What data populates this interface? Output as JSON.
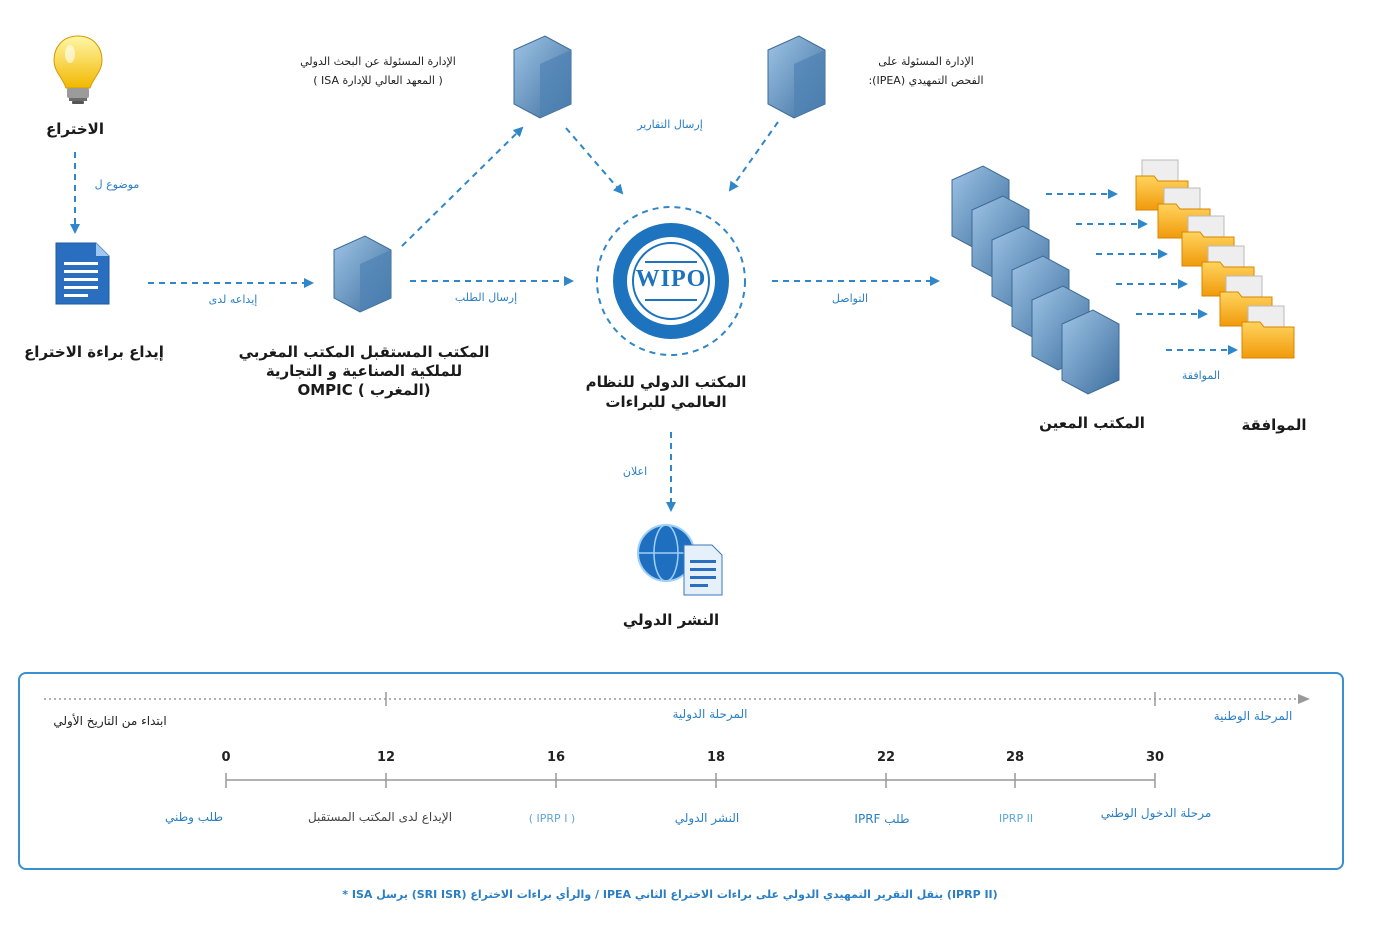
{
  "nodes": {
    "invention": "الاختراع",
    "filing": "إيداع براءة الاختراع",
    "receiving_office": [
      "المكتب المستقبل المكتب المغربي",
      "للملكية الصناعية و التجارية",
      "(المغرب ) OMPIC"
    ],
    "isa": [
      "الإدارة المسئولة عن البحث الدولي",
      "( المعهد العالي للإدارة ISA )"
    ],
    "ipea": [
      "الإدارة المسئولة على",
      "الفحص التمهيدي (IPEA):"
    ],
    "wipo_logo": "WIPO",
    "international_bureau": [
      "المكتب الدولي للنظام",
      "العالمي للبراءات"
    ],
    "designated_office": "المكتب المعين",
    "approval": "الموافقة",
    "international_publication": "النشر الدولي"
  },
  "edges": {
    "subject": "موضوع ل",
    "filed_with": "إيداعه لدى",
    "send_request": "إرسال الطلب",
    "send_reports": "إرسال التقارير",
    "communication": "التواصل",
    "approval_small": "الموافقة",
    "announcement": "اعلان"
  },
  "timeline": {
    "start_label": "ابتداء من التاريخ الأولي",
    "international_phase": "المرحلة الدولية",
    "national_phase": "المرحلة الوطنية",
    "ticks": [
      {
        "num": "0",
        "label": "طلب وطني",
        "color": "#2a7fc4"
      },
      {
        "num": "12",
        "label": "الإيداع لدى المكتب المستقبل",
        "color": "#444444"
      },
      {
        "num": "16",
        "label": "( IPRP I )",
        "color": "#5fa6dc"
      },
      {
        "num": "18",
        "label": "النشر الدولي",
        "color": "#2a7fc4"
      },
      {
        "num": "22",
        "label": "طلب IPRF",
        "color": "#2a7fc4"
      },
      {
        "num": "28",
        "label": "IPRP II",
        "color": "#5fa6dc"
      },
      {
        "num": "30",
        "label": "مرحلة الدخول الوطني",
        "color": "#2a7fc4"
      }
    ]
  },
  "footnote": "* ISA يرسل (SRI ISR) والرأي براءات الاختراع / IPEA ينقل التقرير التمهيدي الدولي على براءات الاختراع الثاني (IPRP II)",
  "colors": {
    "accent": "#2a7fc4",
    "dash": "#2f86c8",
    "border": "#3a8fcf"
  }
}
